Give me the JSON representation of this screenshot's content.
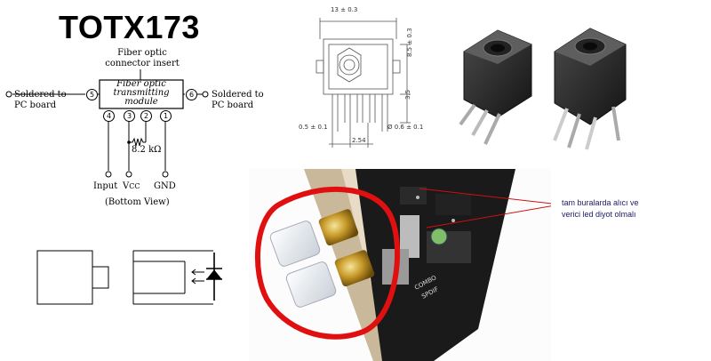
{
  "title": "TOTX173",
  "schematic": {
    "connector_label_1": "Fiber optic",
    "connector_label_2": "connector insert",
    "module_label_1": "Fiber optic",
    "module_label_2": "transmitting",
    "module_label_3": "module",
    "left_label_1": "Soldered to",
    "left_label_2": "PC board",
    "right_label_1": "Soldered to",
    "right_label_2": "PC board",
    "pins": [
      "5",
      "4",
      "3",
      "2",
      "1",
      "6"
    ],
    "resistor": "8.2 kΩ",
    "label_input": "Input",
    "label_vcc": "V",
    "label_vcc_sub": "CC",
    "label_gnd": "GND",
    "view": "(Bottom View)"
  },
  "dimensions": {
    "width": "13 ± 0.3",
    "height": "8.5 ± 0.3",
    "pin_len": "3.5",
    "pin_w": "0.5 ± 0.1",
    "pin_dia": "Ø 0.6 ± 0.1",
    "pitch": "2.54"
  },
  "annotation": {
    "line1": "tam buralarda alıcı ve",
    "line2": "verici led diyot olmalı"
  },
  "colors": {
    "highlight": "#e01010",
    "note_line": "#d01010"
  }
}
